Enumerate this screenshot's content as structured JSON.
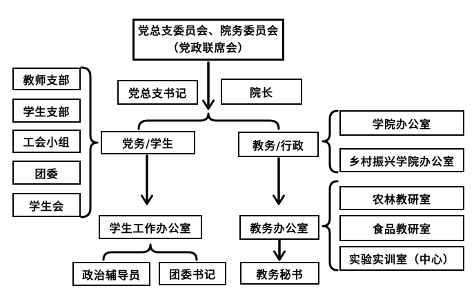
{
  "diagram": {
    "type": "org-chart",
    "background_color": "#ffffff",
    "line_color": "#000000",
    "nodes": {
      "joint_committee_line1": "党总支委员会、院务委员会",
      "joint_committee_line2": "（党政联席会）",
      "party_branch_secretary": "党总支书记",
      "dean": "院长",
      "party_student_track": "党务/学生",
      "academic_admin_track": "教务/行政",
      "teacher_branch": "教师支部",
      "student_branch": "学生支部",
      "union_group": "工会小组",
      "youth_league_committee": "团委",
      "student_union": "学生会",
      "student_affairs_office": "学生工作办公室",
      "political_counselor": "政治辅导员",
      "league_secretary": "团委书记",
      "academic_affairs_office": "教务办公室",
      "academic_secretary": "教务秘书",
      "college_office": "学院办公室",
      "rural_revitalization_college_office": "乡村振兴学院办公室",
      "agro_forestry_research_office": "农林教研室",
      "food_research_office": "食品教研室",
      "experiment_training_center": "实验实训室（中心）"
    }
  }
}
